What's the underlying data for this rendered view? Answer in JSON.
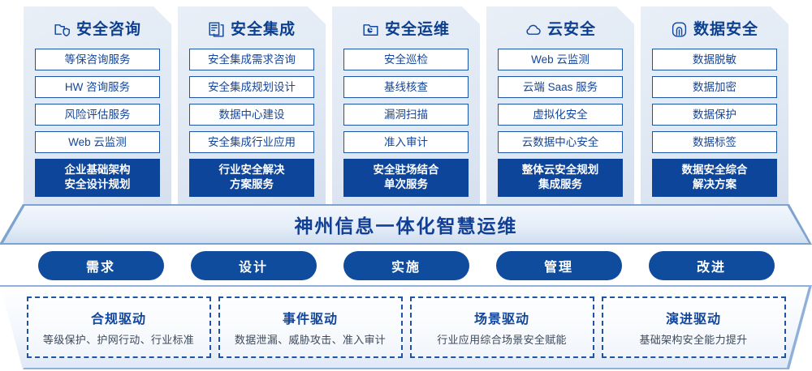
{
  "colors": {
    "accent": "#0d459b",
    "pill": "#0f4c9e",
    "title_blue": "#0d3f8f",
    "item_border": "#1a55a8",
    "panel_bg": "#e3ebf5"
  },
  "columns": [
    {
      "icon": "folder-shield-icon",
      "title": "安全咨询",
      "items": [
        "等保咨询服务",
        "HW 咨询服务",
        "风险评估服务",
        "Web 云监测"
      ],
      "summary_line1": "企业基础架构",
      "summary_line2": "安全设计规划"
    },
    {
      "icon": "document-copy-icon",
      "title": "安全集成",
      "items": [
        "安全集成需求咨询",
        "安全集成规划设计",
        "数据中心建设",
        "安全集成行业应用"
      ],
      "summary_line1": "行业安全解决",
      "summary_line2": "方案服务"
    },
    {
      "icon": "folder-chart-icon",
      "title": "安全运维",
      "items": [
        "安全巡检",
        "基线核查",
        "漏洞扫描",
        "准入审计"
      ],
      "summary_line1": "安全驻场结合",
      "summary_line2": "单次服务"
    },
    {
      "icon": "cloud-icon",
      "title": "云安全",
      "items": [
        "Web 云监测",
        "云端 Saas 服务",
        "虚拟化安全",
        "云数据中心安全"
      ],
      "summary_line1": "整体云安全规划",
      "summary_line2": "集成服务"
    },
    {
      "icon": "fingerprint-icon",
      "title": "数据安全",
      "items": [
        "数据脱敏",
        "数据加密",
        "数据保护",
        "数据标签"
      ],
      "summary_line1": "数据安全综合",
      "summary_line2": "解决方案"
    }
  ],
  "banner": {
    "title": "神州信息一体化智慧运维"
  },
  "phases": [
    "需求",
    "设计",
    "实施",
    "管理",
    "改进"
  ],
  "drivers": [
    {
      "title": "合规驱动",
      "desc": "等级保护、护网行动、行业标准"
    },
    {
      "title": "事件驱动",
      "desc": "数据泄漏、威胁攻击、准入审计"
    },
    {
      "title": "场景驱动",
      "desc": "行业应用综合场景安全赋能"
    },
    {
      "title": "演进驱动",
      "desc": "基础架构安全能力提升"
    }
  ]
}
